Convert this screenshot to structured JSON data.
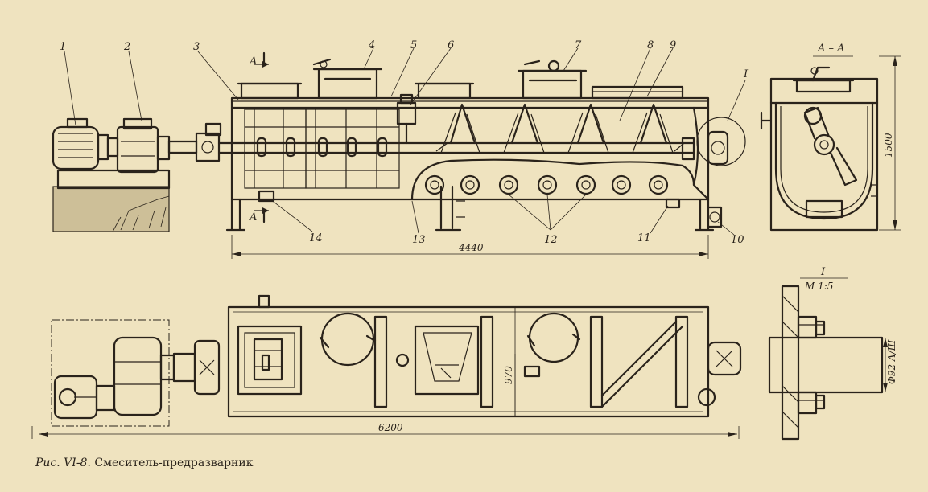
{
  "figure": {
    "caption_prefix": "Рис. VI-8.",
    "caption_text": "Смеситель-предразварник"
  },
  "labels": {
    "part_1": "1",
    "part_2": "2",
    "part_3": "3",
    "part_4": "4",
    "part_5": "5",
    "part_6": "6",
    "part_7": "7",
    "part_8": "8",
    "part_9": "9",
    "part_10": "10",
    "part_11": "11",
    "part_12": "12",
    "part_13": "13",
    "part_14": "14",
    "detail_marker": "I",
    "section_marker": "A",
    "section_title": "A – A",
    "detail_title": "I",
    "detail_scale": "M 1:5"
  },
  "dimensions": {
    "body_length": "4440",
    "total_length": "6200",
    "width": "970",
    "height": "1500",
    "shaft_diameter": "Φ92 A/Ш"
  }
}
